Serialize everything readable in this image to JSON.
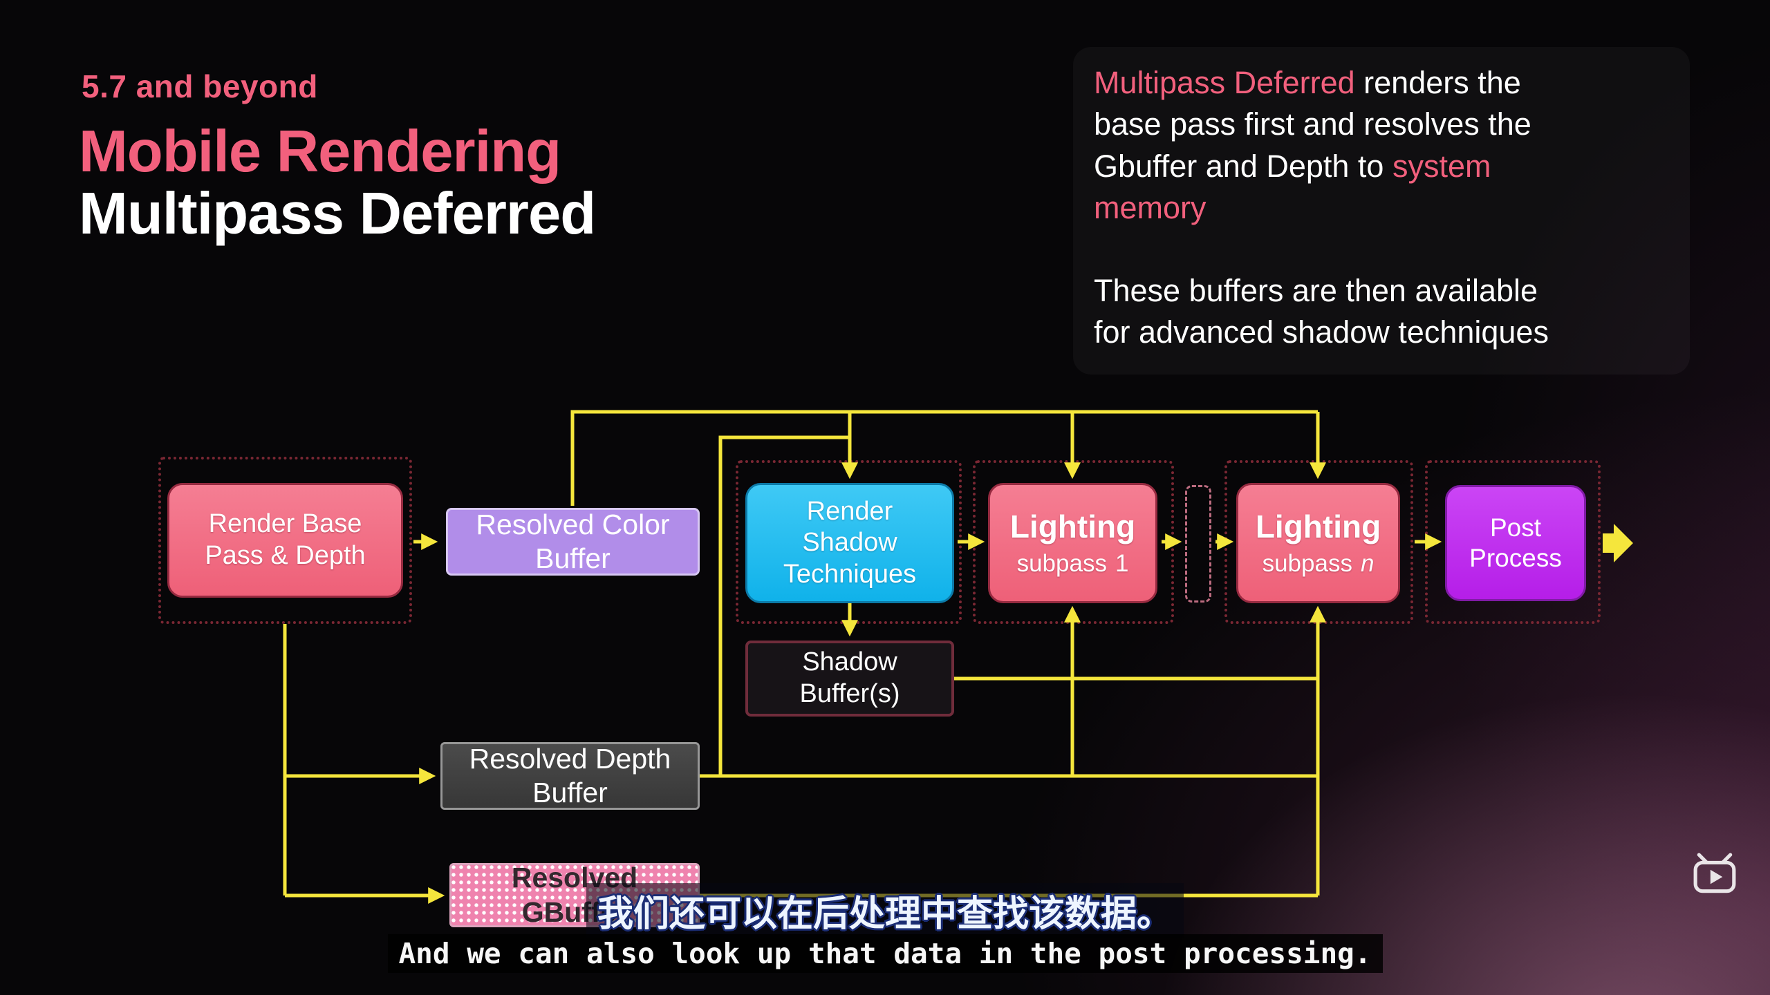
{
  "header": {
    "kicker": "5.7 and beyond",
    "title_line1": "Mobile Rendering",
    "title_line2": "Multipass Deferred"
  },
  "callout": {
    "para1": [
      {
        "t": "Multipass Deferred",
        "pink": true
      },
      {
        "t": " renders the\nbase pass first and resolves the\nGbuffer and Depth to ",
        "pink": false
      },
      {
        "t": "system\nmemory",
        "pink": true
      }
    ],
    "para2": [
      {
        "t": "These buffers are then available\nfor advanced shadow techniques",
        "pink": false
      }
    ]
  },
  "diagram": {
    "render_base": {
      "label": "Render Base\nPass & Depth"
    },
    "resolved_color": {
      "label": "Resolved Color\nBuffer"
    },
    "render_shadow": {
      "label": "Render\nShadow\nTechniques"
    },
    "lighting1": {
      "title": "Lighting",
      "sub_prefix": "subpass",
      "sub_index": "1"
    },
    "lightingn": {
      "title": "Lighting",
      "sub_prefix": "subpass",
      "sub_index": "n"
    },
    "post_process": {
      "label": "Post\nProcess"
    },
    "shadow_buffers": {
      "label": "Shadow\nBuffer(s)"
    },
    "resolved_depth": {
      "label": "Resolved Depth\nBuffer"
    },
    "resolved_gbuffer": {
      "label": "Resolved\nGBuffer"
    }
  },
  "subtitles": {
    "chinese": "我们还可以在后处理中查找该数据。",
    "english": "And we can also look up that data in the post processing."
  },
  "icons": {
    "player_logo": "bilibili-tv-icon"
  },
  "colors": {
    "accent_pink": "#f2607d",
    "node_pink": "#ee6078",
    "node_cyan": "#1cbdf2",
    "node_purple": "#b18de9",
    "node_magenta": "#c02df2",
    "dark_buffer_border": "#702c3b",
    "connector_yellow": "#f5e63c",
    "subtitle_outline_blue": "#1b2d74"
  }
}
